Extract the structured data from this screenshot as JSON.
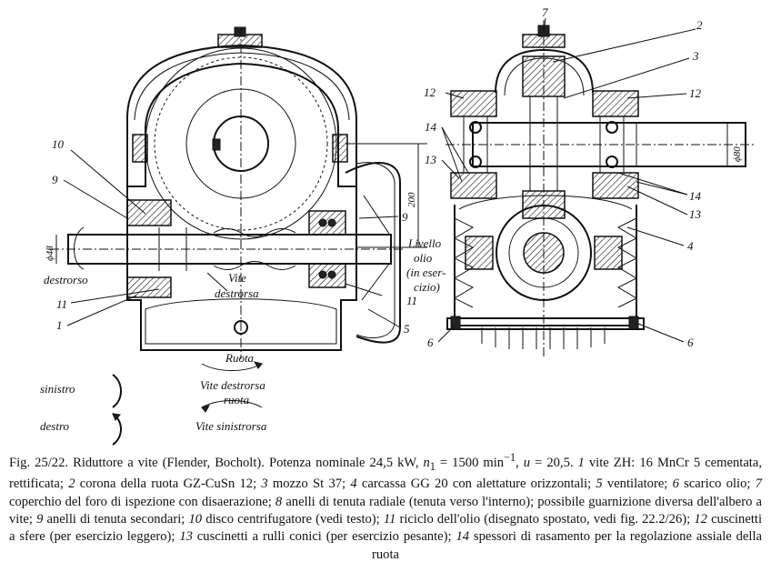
{
  "labels": {
    "n7": "7",
    "n2": "2",
    "n3": "3",
    "n12_left": "12",
    "n12_right": "12",
    "n10": "10",
    "n14_left": "14",
    "n14_right": "14",
    "n13_left": "13",
    "n13_right": "13",
    "n9_left": "9",
    "n9_mid": "9",
    "n4": "4",
    "n11_left": "11",
    "n11_mid": "11",
    "n1": "1",
    "n5": "5",
    "n6_left": "6",
    "n6_right": "6",
    "dim_200": "200",
    "dim_phi48": "ϕ48",
    "dim_phi80": "ϕ80",
    "destrorso": "destrorso",
    "vite_destrorsa_1": "Vite",
    "vite_destrorsa_2": "destrorsa",
    "livello_1": "Livello",
    "livello_2": "olio",
    "livello_3": "(in eser-",
    "livello_4": "cizio)",
    "ruota_top": "Ruota",
    "sinistro": "sinistro",
    "vite_destrorsa_b": "Vite destrorsa",
    "ruota_mid": "ruota",
    "destro": "destro",
    "vite_sinistrorsa": "Vite sinistrorsa"
  },
  "caption": {
    "fig": "Fig. 25/22.",
    "t0": " Riduttore a vite (Flender, Bocholt). Potenza nominale 24,5 kW, ",
    "n1_var": "n",
    "n1_sub": "1",
    "t1": " = 1500 min",
    "t1_sup": "−1",
    "t2": ", ",
    "u_var": "u",
    "t3": " = 20,5. ",
    "k1": "1",
    "d1": " vite ZH: 16 MnCr 5 cementata, rettificata; ",
    "k2": "2",
    "d2": " corona della ruota GZ-CuSn 12; ",
    "k3": "3",
    "d3": " mozzo St 37; ",
    "k4": "4",
    "d4": " carcassa GG 20 con alettature orizzontali; ",
    "k5": "5",
    "d5": " ventilatore; ",
    "k6": "6",
    "d6": " scarico olio; ",
    "k7": "7",
    "d7": " coperchio del foro di ispezione con disaerazione; ",
    "k8": "8",
    "d8": " anelli di tenuta radiale (tenuta verso l'interno); possibile guarnizione diversa dell'albero a vite; ",
    "k9": "9",
    "d9": " anelli di tenuta secondari; ",
    "k10": "10",
    "d10": " disco centrifugatore (vedi testo); ",
    "k11": "11",
    "d11": " riciclo dell'olio (disegnato spostato, vedi fig. 22.2/26); ",
    "k12": "12",
    "d12": " cuscinetti a sfere (per esercizio leggero); ",
    "k13": "13",
    "d13": " cuscinetti a rulli conici (per esercizio pesante); ",
    "k14": "14",
    "d14": " spessori di rasamento per la regolazione assiale della ruota"
  }
}
